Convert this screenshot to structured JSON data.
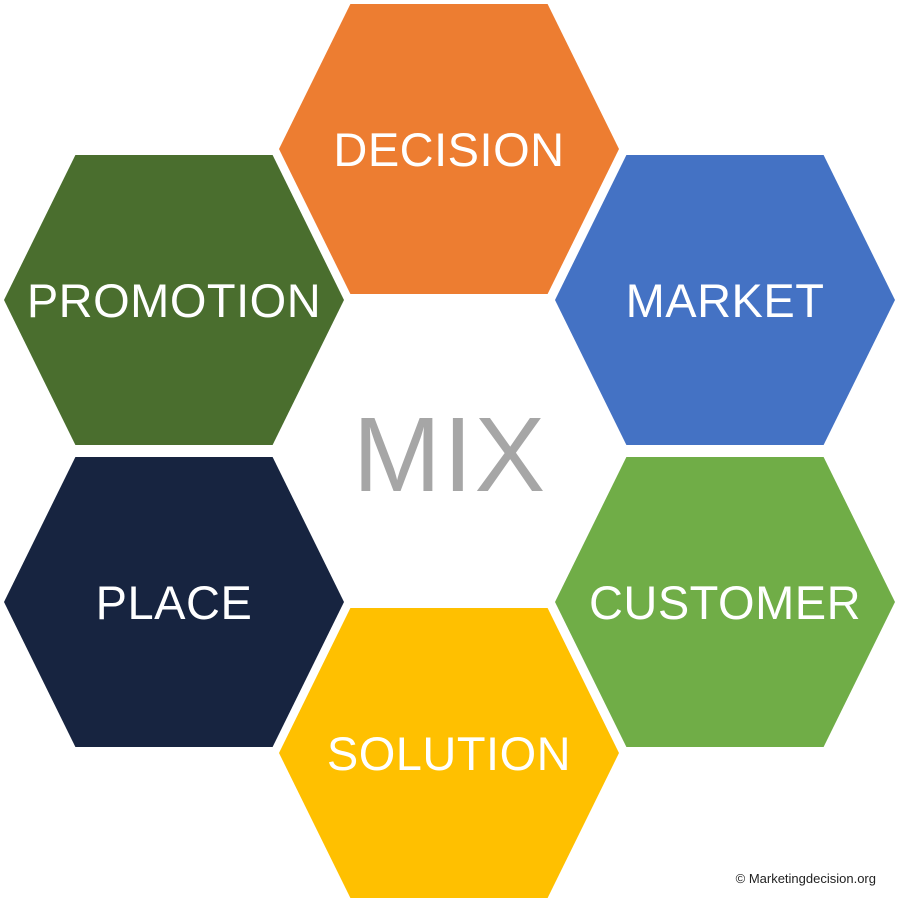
{
  "center": {
    "label": "MIX",
    "color": "#a6a6a6"
  },
  "hexagons": [
    {
      "label": "DECISION",
      "color": "#ed7d31"
    },
    {
      "label": "MARKET",
      "color": "#4472c4"
    },
    {
      "label": "CUSTOMER",
      "color": "#70ad47"
    },
    {
      "label": "SOLUTION",
      "color": "#ffc000"
    },
    {
      "label": "PLACE",
      "color": "#172440"
    },
    {
      "label": "PROMOTION",
      "color": "#4a6e2e"
    }
  ],
  "footer": {
    "copyright": "© Marketingdecision.org"
  }
}
